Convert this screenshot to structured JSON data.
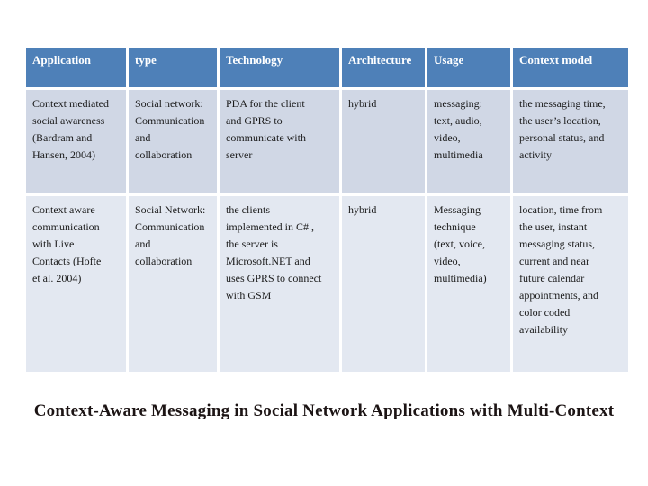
{
  "table": {
    "headers": [
      "Application",
      "type",
      "Technology",
      "Architecture",
      "Usage",
      "Context model"
    ],
    "rows": [
      {
        "cells": [
          "Context mediated\nsocial awareness\n(Bardram and\nHansen, 2004)",
          "Social network:\nCommunication\nand\ncollaboration",
          "PDA for the client\nand GPRS to\ncommunicate with\nserver",
          "hybrid",
          "messaging:\ntext, audio,\nvideo,\nmultimedia",
          "the messaging time,\nthe user’s location,\npersonal status, and\nactivity"
        ]
      },
      {
        "cells": [
          "Context aware\ncommunication\nwith Live\nContacts (Hofte\net al. 2004)",
          "Social Network:\nCommunication\nand\ncollaboration",
          "the clients\nimplemented in C# ,\nthe server is\nMicrosoft.NET and\nuses GPRS to connect\nwith GSM",
          "hybrid",
          "Messaging\ntechnique\n(text, voice,\nvideo,\nmultimedia)",
          "location, time from\nthe user, instant\nmessaging status,\ncurrent and near\nfuture calendar\nappointments, and\ncolor coded\navailability"
        ]
      }
    ]
  },
  "caption": {
    "text": "Context-Aware Messaging in Social Network Applications with Multi-Context"
  },
  "colors": {
    "header_bg": "#4e80b8",
    "header_text": "#ffffff",
    "row_band_dark": "#d0d7e5",
    "row_band_light": "#e3e8f1",
    "body_text": "#1a1a1a",
    "caption_text": "#1c1414"
  }
}
